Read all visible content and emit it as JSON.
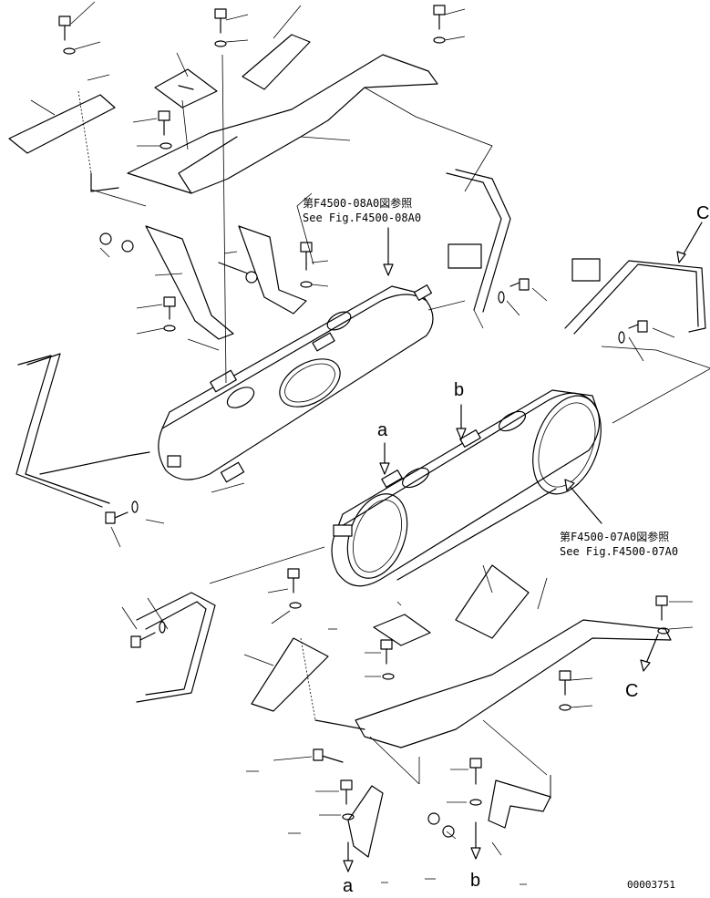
{
  "references": [
    {
      "jp": "第F4500-08A0図参照",
      "en": "See Fig.F4500-08A0"
    },
    {
      "jp": "第F4500-07A0図参照",
      "en": "See Fig.F4500-07A0"
    }
  ],
  "markers": {
    "a": "a",
    "b": "b",
    "c": "C"
  },
  "drawing_number": "00003751"
}
